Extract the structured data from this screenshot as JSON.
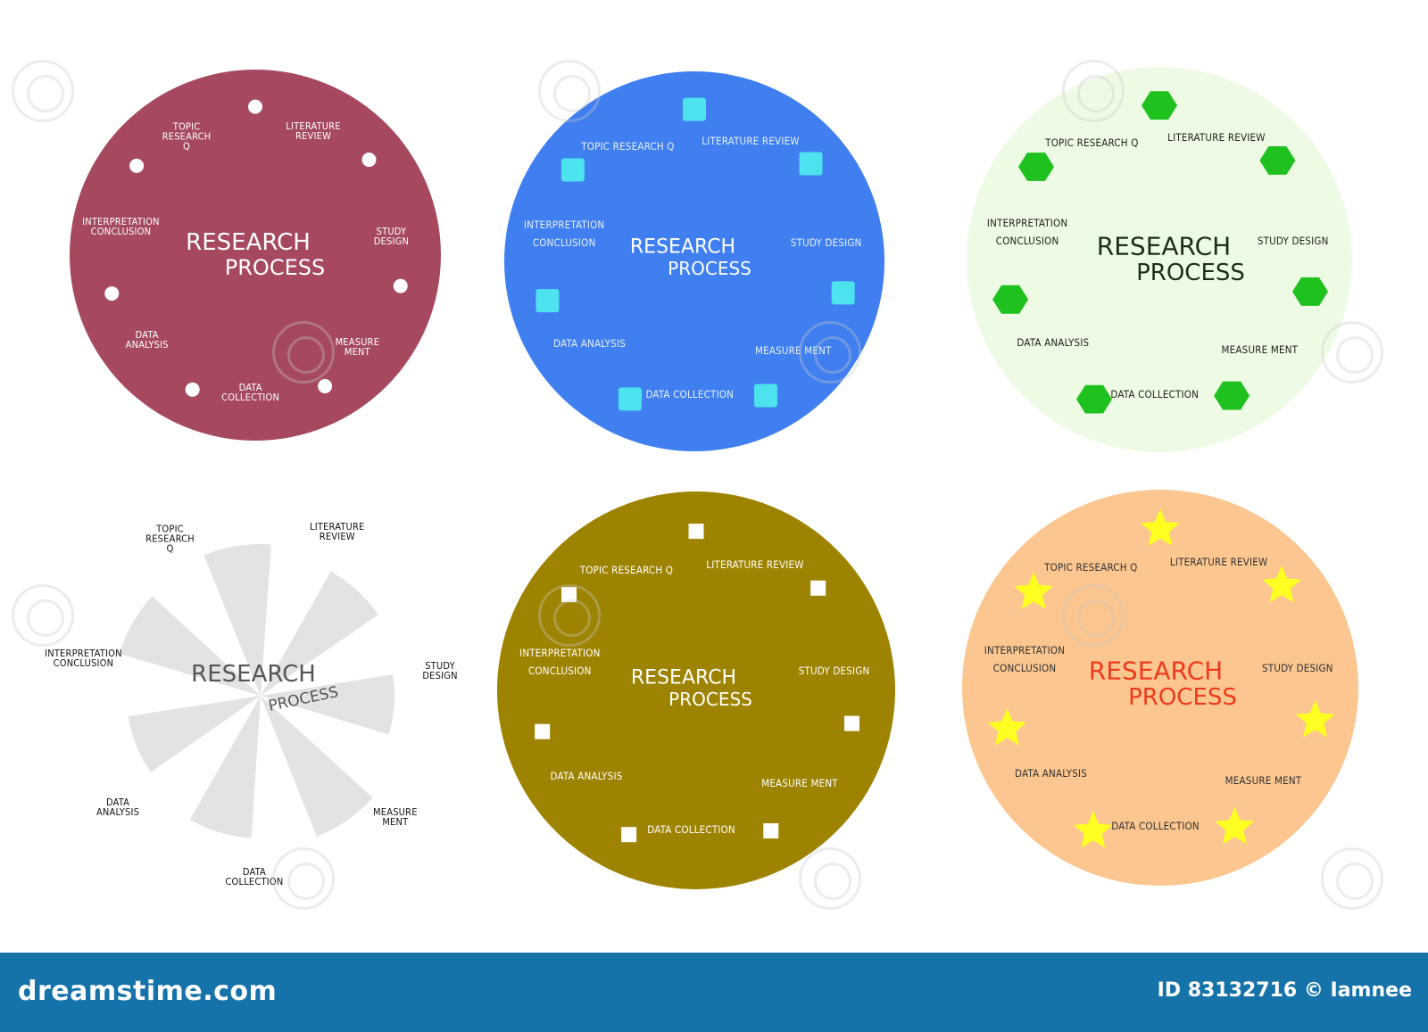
{
  "diagrams": [
    {
      "id": "maroon",
      "circle_color": "#a6495f",
      "text_color": "#ffffff",
      "title_color": "#ffffff",
      "marker": "dot",
      "marker_color": "#ffffff",
      "title_line1": "RESEARCH",
      "title_line2": "PROCESS",
      "labels": {
        "topic": "TOPIC\nRESEARCH\nQ",
        "literature": "LITERATURE\nREVIEW",
        "study": "STUDY\nDESIGN",
        "measure": "MEASURE\nMENT",
        "collection": "DATA\nCOLLECTION",
        "analysis": "DATA\nANALYSIS",
        "interpretation": "INTERPRETATION\nCONCLUSION"
      }
    },
    {
      "id": "blue",
      "circle_color": "#3f7fef",
      "text_color": "#e6f0ff",
      "title_color": "#ffffff",
      "marker": "square",
      "marker_color": "#4ce3ee",
      "title_line1": "RESEARCH",
      "title_line2": "PROCESS",
      "labels": {
        "topic": "TOPIC RESEARCH Q",
        "literature": "LITERATURE REVIEW",
        "study": "STUDY DESIGN",
        "measure": "MEASURE MENT",
        "collection": "DATA COLLECTION",
        "analysis": "DATA ANALYSIS",
        "interpretation": "INTERPRETATION\nCONCLUSION"
      }
    },
    {
      "id": "green",
      "circle_color": "#eefbe4",
      "text_color": "#222222",
      "title_color": "#1a2e1a",
      "marker": "hexagon",
      "marker_color": "#1ec11e",
      "title_line1": "RESEARCH",
      "title_line2": "PROCESS",
      "labels": {
        "topic": "TOPIC RESEARCH Q",
        "literature": "LITERATURE REVIEW",
        "study": "STUDY DESIGN",
        "measure": "MEASURE MENT",
        "collection": "DATA COLLECTION",
        "analysis": "DATA ANALYSIS",
        "interpretation": "INTERPRETATION\nCONCLUSION"
      }
    },
    {
      "id": "petals",
      "circle_color": "#e3e3e3",
      "text_color": "#111111",
      "title_color": "#555555",
      "marker": "none",
      "marker_color": "#e3e3e3",
      "title_line1": "RESEARCH",
      "title_line2": "PROCESS",
      "labels": {
        "topic": "TOPIC\nRESEARCH\nQ",
        "literature": "LITERATURE\nREVIEW",
        "study": "STUDY\nDESIGN",
        "measure": "MEASURE\nMENT",
        "collection": "DATA\nCOLLECTION",
        "analysis": "DATA\nANALYSIS",
        "interpretation": "INTERPRETATION\nCONCLUSION"
      }
    },
    {
      "id": "olive",
      "circle_color": "#9e8300",
      "text_color": "#ffffff",
      "title_color": "#ffffff",
      "marker": "square",
      "marker_color": "#ffffff",
      "title_line1": "RESEARCH",
      "title_line2": "PROCESS",
      "labels": {
        "topic": "TOPIC RESEARCH Q",
        "literature": "LITERATURE REVIEW",
        "study": "STUDY DESIGN",
        "measure": "MEASURE MENT",
        "collection": "DATA COLLECTION",
        "analysis": "DATA ANALYSIS",
        "interpretation": "INTERPRETATION\nCONCLUSION"
      }
    },
    {
      "id": "peach",
      "circle_color": "#fbc68f",
      "text_color": "#333333",
      "title_color": "#ee3a1c",
      "marker": "star",
      "marker_color": "#ffff22",
      "title_line1": "RESEARCH",
      "title_line2": "PROCESS",
      "labels": {
        "topic": "TOPIC RESEARCH Q",
        "literature": "LITERATURE REVIEW",
        "study": "STUDY DESIGN",
        "measure": "MEASURE MENT",
        "collection": "DATA COLLECTION",
        "analysis": "DATA ANALYSIS",
        "interpretation": "INTERPRETATION\nCONCLUSION"
      }
    }
  ],
  "footer": {
    "brand": "dreamstime.com",
    "credit": "ID 83132716 © Iamnee",
    "background": "#1573aa"
  }
}
